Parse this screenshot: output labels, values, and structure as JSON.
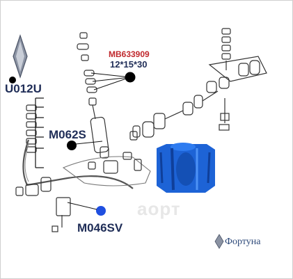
{
  "part_number": "MB633909",
  "dimensions": "12*15*30",
  "callouts": {
    "u012u": "U012U",
    "m062s": "M062S",
    "m046sv": "M046SV"
  },
  "watermark": "аорт",
  "brand_name": "Фортуна",
  "colors": {
    "part_blue": "#1d63d6",
    "callout_dark": "#1f2d57",
    "part_number_red": "#c0282d",
    "callout_blue": "#1f4fe0"
  }
}
